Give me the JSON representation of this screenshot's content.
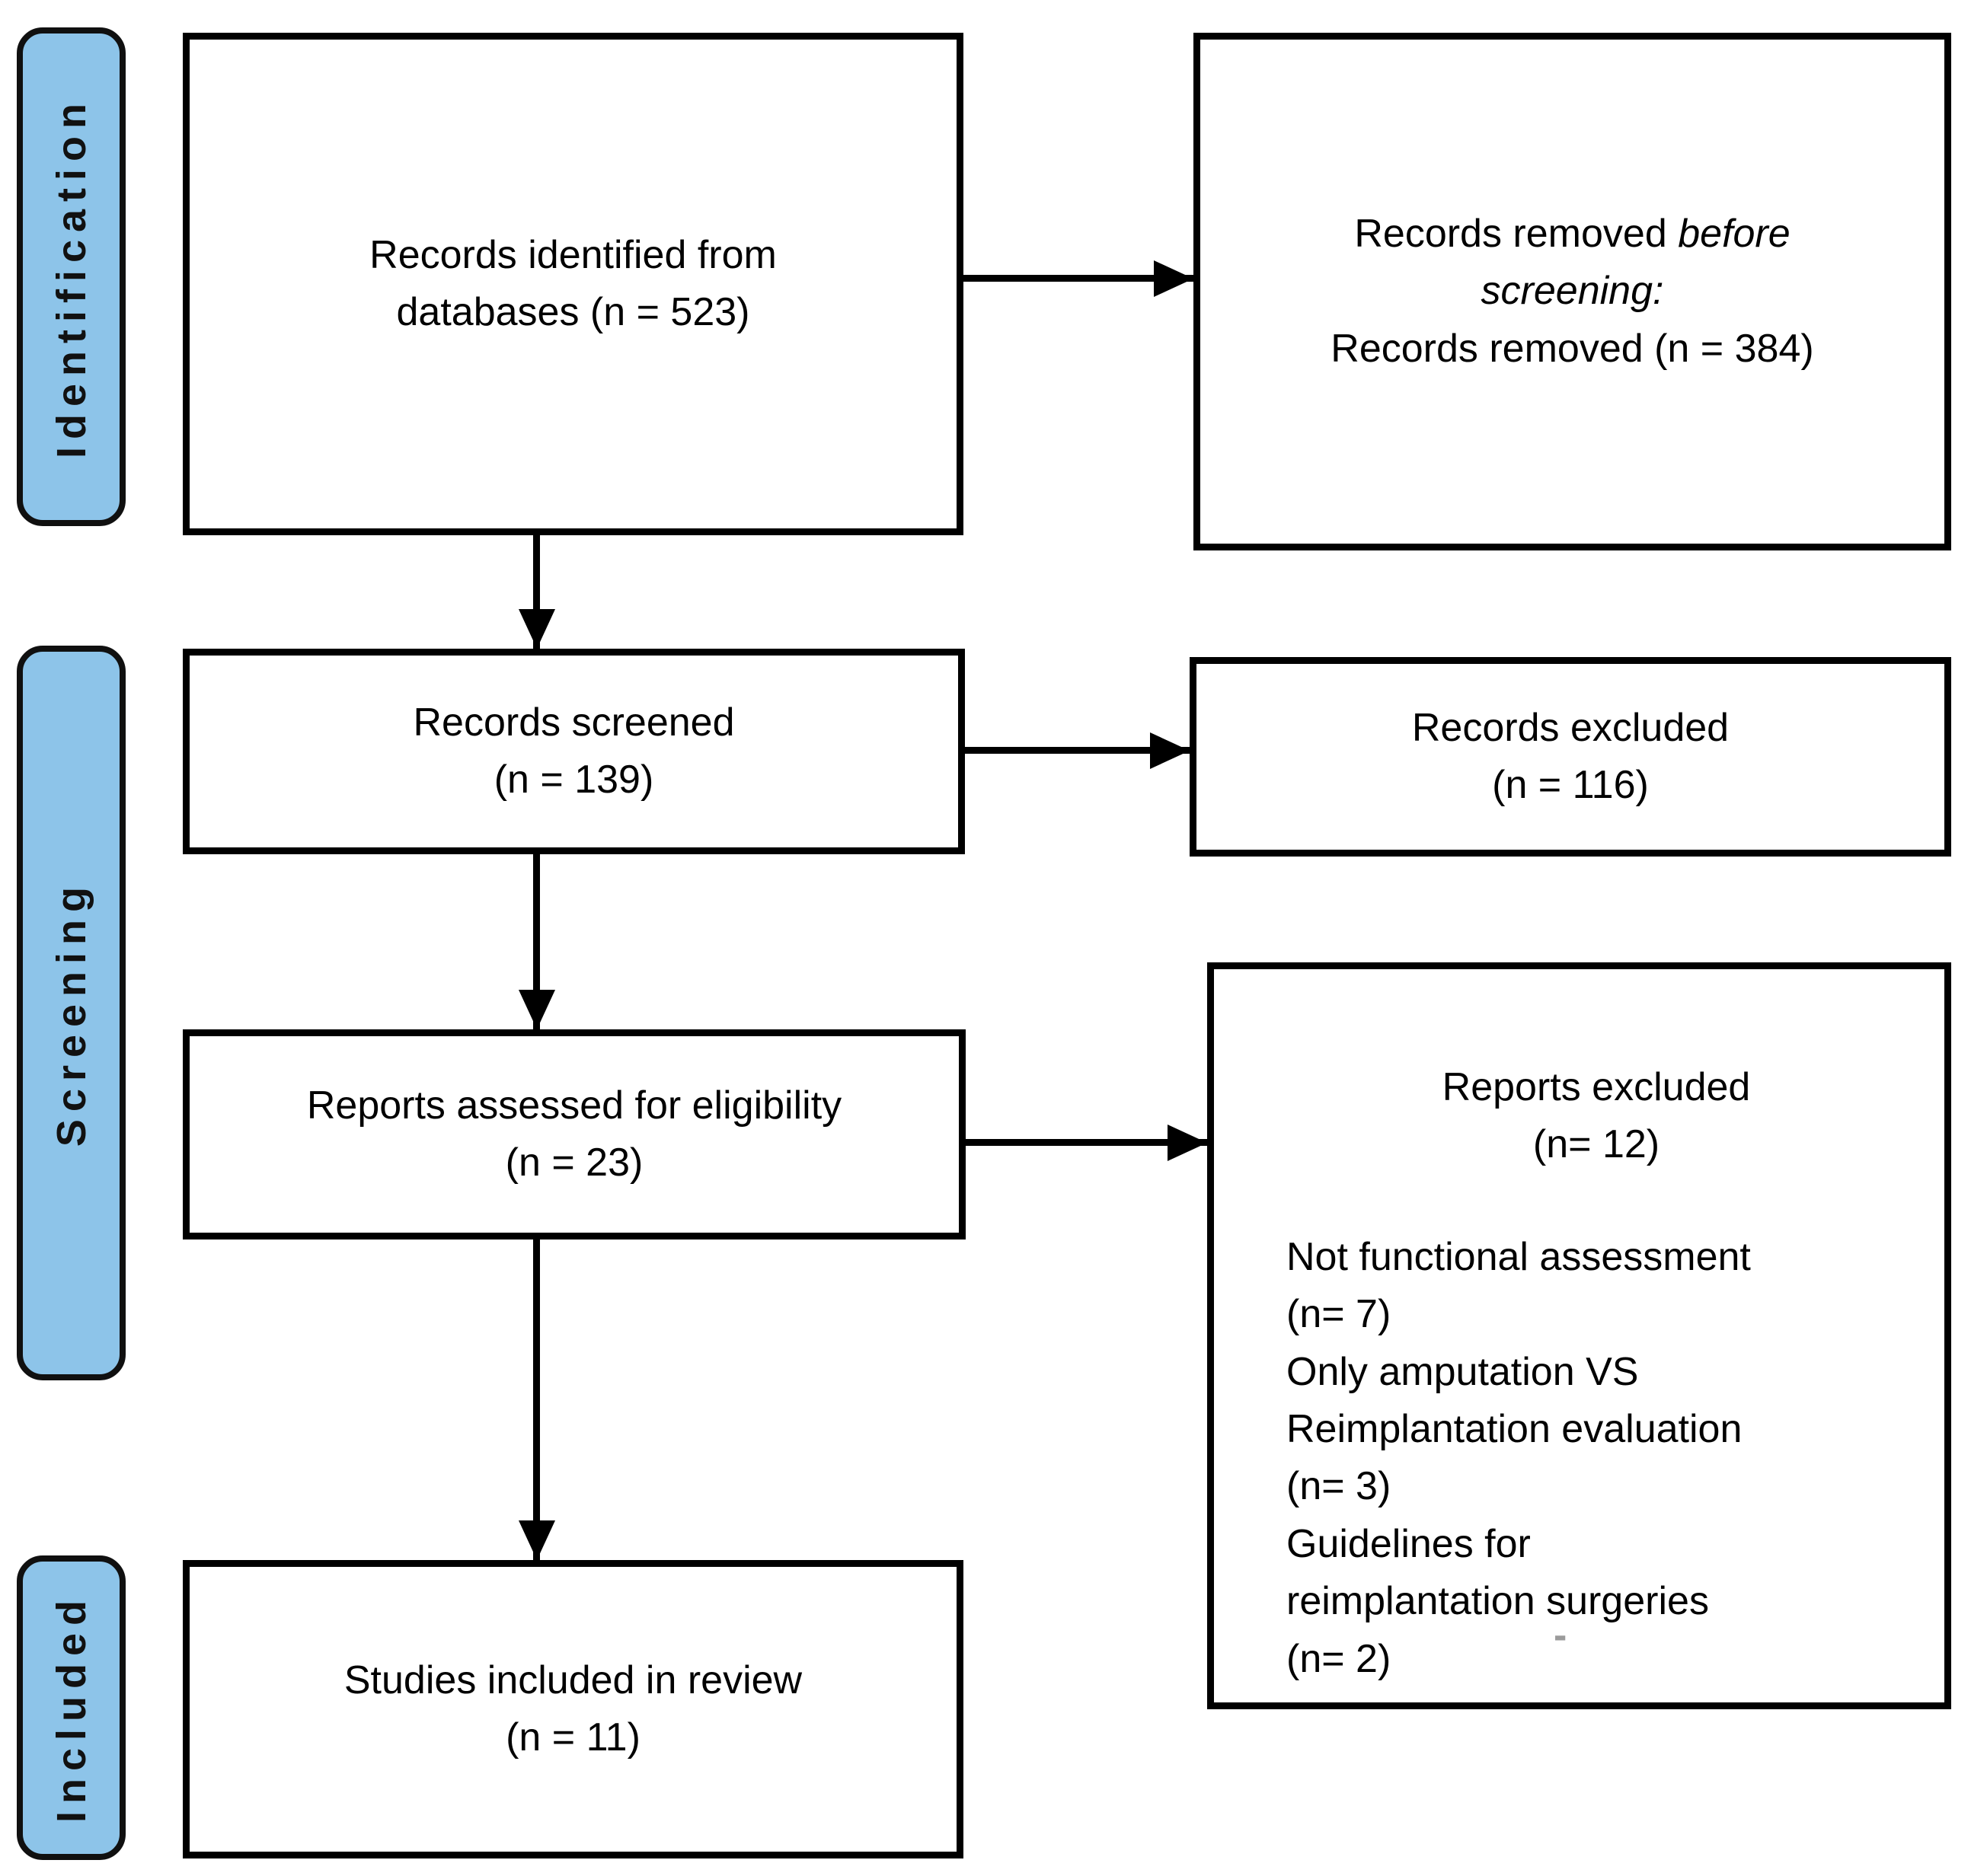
{
  "stages": [
    {
      "label": "Identification"
    },
    {
      "label": "Screening"
    },
    {
      "label": "Included"
    }
  ],
  "boxes": {
    "identified": {
      "text": "Records identified from\ndatabases (n = 523)"
    },
    "removed": {
      "line1_prefix": "Records removed ",
      "line1_italic": "before",
      "line2_italic": "screening:",
      "line3": "Records removed (n = 384)"
    },
    "screened": {
      "text": "Records screened\n(n = 139)"
    },
    "records_excluded": {
      "text": "Records excluded\n(n = 116)"
    },
    "assessed": {
      "text": "Reports assessed for eligibility\n(n = 23)"
    },
    "reports_excluded": {
      "heading": "Reports excluded\n(n= 12)",
      "items": [
        "Not functional assessment\n(n= 7)",
        "Only amputation VS\nReimplantation evaluation\n(n= 3)",
        "Guidelines for\nreimplantation surgeries\n(n= 2)"
      ]
    },
    "included": {
      "text": "Studies included in review\n(n = 11)"
    }
  },
  "artifact": {
    "stray_mark": "-"
  },
  "colors": {
    "stage_fill": "#8DC4E9",
    "border": "#000000",
    "text": "#000000"
  }
}
